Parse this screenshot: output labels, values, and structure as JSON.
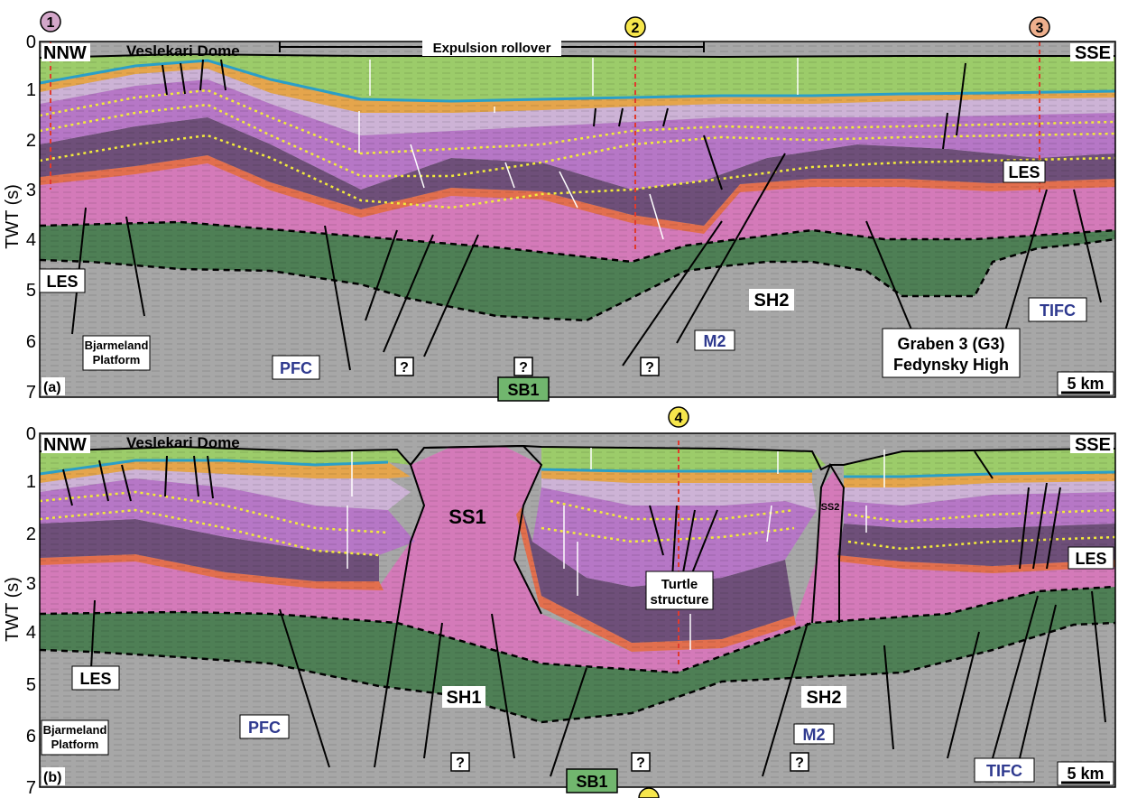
{
  "colors": {
    "green_top": "#9ccc6a",
    "orange": "#e5a54c",
    "blue": "#2a9fc7",
    "lilac": "#cdb3d6",
    "purple": "#b677c6",
    "dark_purple": "#6e4f79",
    "red_base": "#e26f4e",
    "pink": "#d47ab9",
    "dark_green": "#4e7f55",
    "gray": "#a7a7a7",
    "yellow_dots": "#f2ea3b",
    "red_dash": "#e03a2e",
    "marker1": "#d3a6c9",
    "marker2": "#f6e64c",
    "marker3": "#efb08d",
    "label_blue": "#2f3a8f",
    "sb1_green": "#71b66e"
  },
  "axis_label": "TWT (s)",
  "panel_a": {
    "id_label": "(a)",
    "left_label": "NNW",
    "right_label": "SSE",
    "title_label": "Veslekari Dome",
    "rollover_label": "Expulsion rollover",
    "ticks": [
      "0",
      "1",
      "2",
      "3",
      "4",
      "5",
      "6",
      "7"
    ],
    "markers": [
      "1",
      "2",
      "3"
    ],
    "scale_label": "5 km",
    "labels": {
      "les_right": "LES",
      "les_left": "LES",
      "sh2": "SH2",
      "bjarmeland_line1": "Bjarmeland",
      "bjarmeland_line2": "Platform",
      "pfc": "PFC",
      "m2": "M2",
      "tifc": "TIFC",
      "graben_line1": "Graben 3 (G3)",
      "graben_line2": "Fedynsky High",
      "q": "?",
      "sb1": "SB1"
    }
  },
  "panel_b": {
    "id_label": "(b)",
    "left_label": "NNW",
    "right_label": "SSE",
    "title_label": "Veslekari Dome",
    "ticks": [
      "0",
      "1",
      "2",
      "3",
      "4",
      "5",
      "6",
      "7"
    ],
    "markers": [
      "4"
    ],
    "scale_label": "5 km",
    "labels": {
      "ss1": "SS1",
      "ss2": "SS2",
      "turtle_line1": "Turtle",
      "turtle_line2": "structure",
      "les_left": "LES",
      "les_right": "LES",
      "sh1": "SH1",
      "sh2": "SH2",
      "bjarmeland_line1": "Bjarmeland",
      "bjarmeland_line2": "Platform",
      "pfc": "PFC",
      "m2": "M2",
      "tifc": "TIFC",
      "q": "?",
      "sb1": "SB1"
    }
  }
}
